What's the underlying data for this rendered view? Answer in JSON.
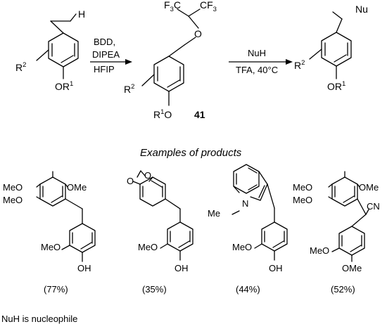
{
  "reaction": {
    "starting_material": {
      "top_atom": "H",
      "substituent_left": {
        "base": "R",
        "sup": "2"
      },
      "substituent_bottom": {
        "base": "OR",
        "sup": "1"
      }
    },
    "step1_reagents": [
      "BDD,",
      "DIPEA",
      "HFIP"
    ],
    "intermediate": {
      "top_left_group": "F3C",
      "top_right_group": "CF3",
      "oxygen": "O",
      "substituent_left": {
        "base": "R",
        "sup": "2"
      },
      "substituent_bottom": {
        "pre": "R",
        "sup": "1",
        "post": "O"
      },
      "compound_number": "41"
    },
    "step2_reagents": {
      "top": "NuH",
      "bottom": "TFA, 40°C"
    },
    "product": {
      "top_group": "Nu",
      "substituent_left": {
        "base": "R",
        "sup": "2"
      },
      "substituent_bottom": {
        "base": "OR",
        "sup": "1"
      }
    }
  },
  "examples_title": "Examples of products",
  "examples": [
    {
      "labels": [
        "MeO",
        "OMe",
        "MeO",
        "MeO",
        "OH"
      ],
      "yield": "(77%)"
    },
    {
      "labels": [
        "O",
        "O",
        "MeO",
        "OH"
      ],
      "yield": "(35%)"
    },
    {
      "labels": [
        "N",
        "Me",
        "MeO",
        "OH"
      ],
      "yield": "(44%)"
    },
    {
      "labels": [
        "MeO",
        "OMe",
        "MeO",
        "CN",
        "MeO",
        "OMe"
      ],
      "yield": "(52%)"
    }
  ],
  "footnote": "NuH is nucleophile"
}
